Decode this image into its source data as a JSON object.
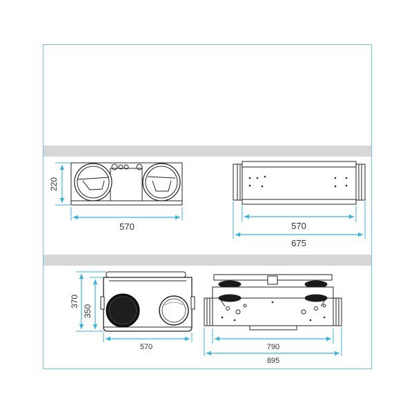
{
  "colors": {
    "frame_border": "#6fc3d8",
    "section_band": "#d7d7d7",
    "dimension_line": "#39b3dd",
    "drawing_stroke": "#222222",
    "duct_dark": "#141414"
  },
  "dimensions": {
    "section1": {
      "front_height": "220",
      "front_width": "570",
      "top_inner_width": "570",
      "top_total_width": "675"
    },
    "section2": {
      "front_total_height": "370",
      "front_body_height": "350",
      "front_width": "570",
      "top_inner_width": "790",
      "top_total_width": "895"
    }
  }
}
